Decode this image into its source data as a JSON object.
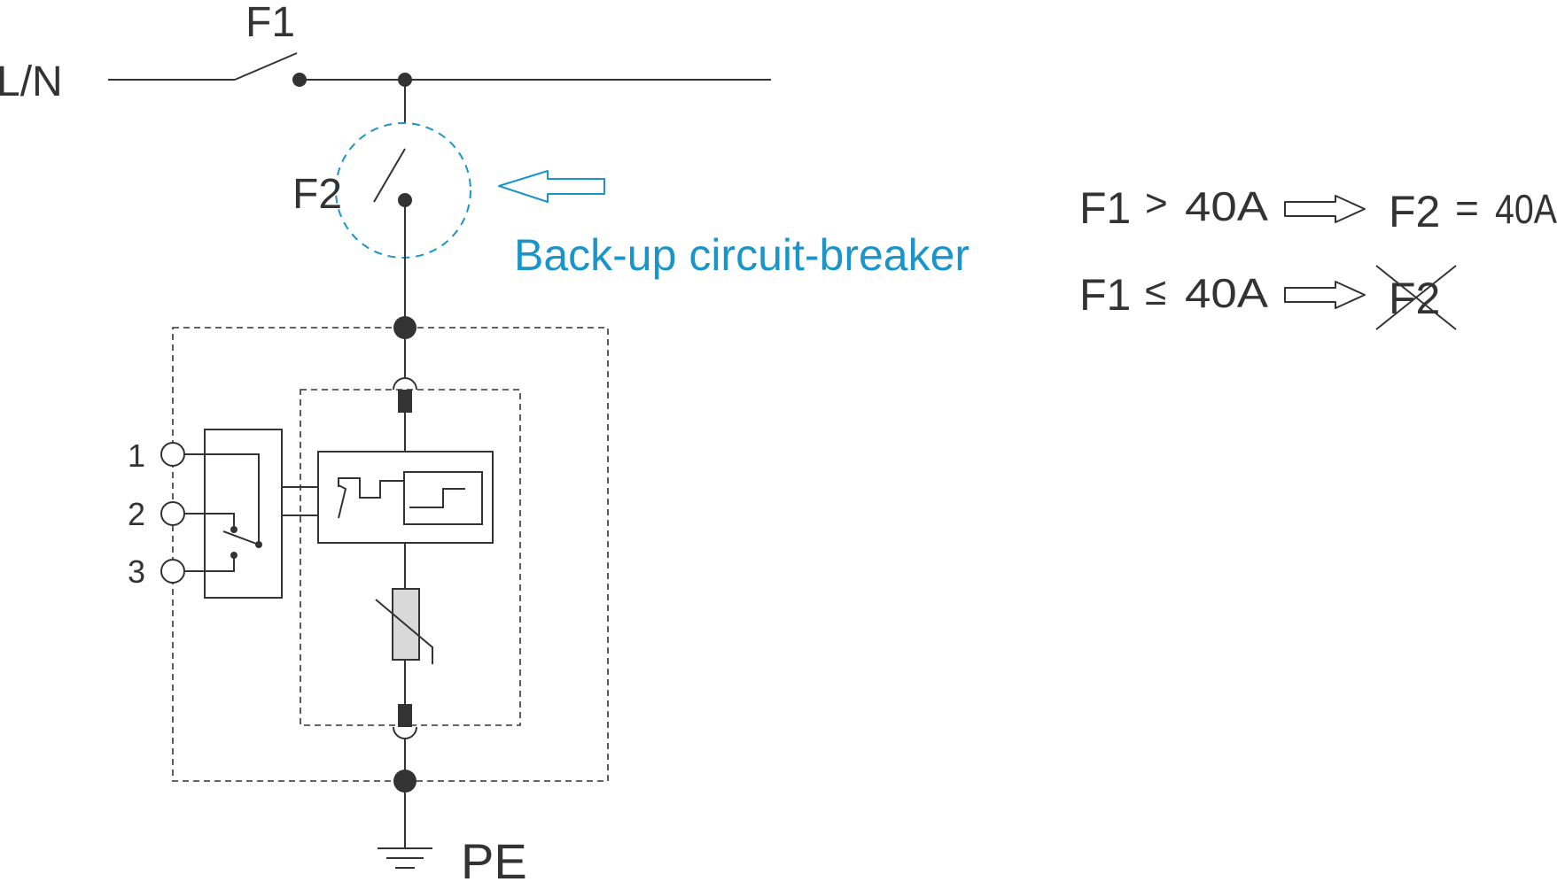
{
  "labels": {
    "line": "L/N",
    "switch_main": "F1",
    "switch_backup": "F2",
    "backup_caption": "Back-up circuit-breaker",
    "earth": "PE",
    "terminal_1": "1",
    "terminal_2": "2",
    "terminal_3": "3"
  },
  "rules": [
    {
      "left": "F1",
      "operator": ">",
      "limit": "40A",
      "result_name": "F2",
      "result_operator": "=",
      "result_value": "40A",
      "result_struck": false
    },
    {
      "left": "F1",
      "operator": "≤",
      "limit": "40A",
      "result_name": "F2",
      "result_operator": "",
      "result_value": "",
      "result_struck": true
    }
  ],
  "colors": {
    "line": "#333333",
    "highlight": "#1b95c9",
    "varistor_fill": "#d9d9d9"
  }
}
